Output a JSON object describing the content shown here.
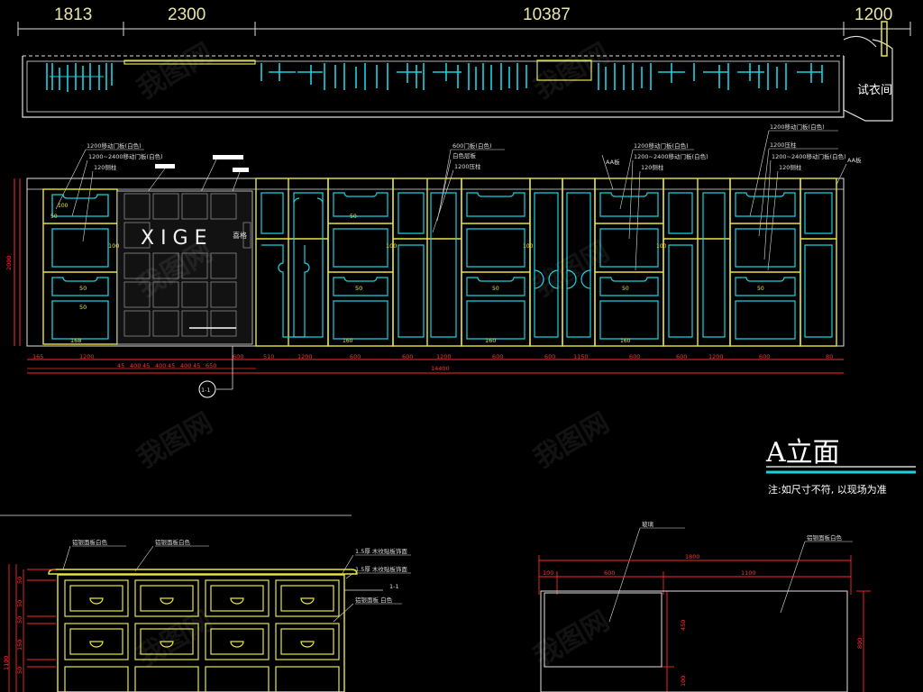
{
  "top_dimensions": [
    "1813",
    "2300",
    "10387",
    "1200"
  ],
  "room_label": "试衣间",
  "elevation_title": "A立面",
  "note": "注:如尺寸不符, 以现场为准",
  "logo_text": "XIGE",
  "logo_sub": "喜格",
  "callouts_top": [
    "1200移动门板(白色)",
    "1200~2400移动门板(白色)",
    "120侧柱",
    "600门板(白色)",
    "白色层板",
    "1200压柱",
    "1200移动门板(白色)",
    "1200~2400移动门板(白色)",
    "120侧柱",
    "1200移动门板(白色)",
    "1200压柱",
    "1200~2400移动门板(白色)",
    "120侧柱",
    "AA板"
  ],
  "elevation_labels": {
    "height_left": "2000",
    "bottom_total": "14400",
    "section_marker": "1-1",
    "inner_dims": [
      "100",
      "50",
      "50",
      "168",
      "50",
      "100",
      "160"
    ]
  },
  "bottom_dims": [
    "165",
    "1200",
    "45",
    "400",
    "45",
    "400",
    "45",
    "400",
    "45",
    "650",
    "600",
    "510",
    "1200",
    "600",
    "600",
    "1200",
    "600",
    "600",
    "1150",
    "600",
    "600",
    "1200",
    "600",
    "80"
  ],
  "cabinet_labels": [
    "铝银面板白色",
    "铝银面板白色",
    "1.5厚 木纹贴板饰面",
    "1.5厚 木纹贴板饰面",
    "铝银面板 白色"
  ],
  "cabinet_dims_left": [
    "1100",
    "50",
    "50",
    "50",
    "150",
    "50"
  ],
  "cabinet_marker": "1-1",
  "right_view": {
    "label_left": "玻璃",
    "label_right": "铝银面板白色",
    "total_width": "1800",
    "dims": [
      "100",
      "600",
      "1100"
    ],
    "height_right": "800",
    "height_mid": "450",
    "height_low": "100"
  },
  "colors": {
    "background": "#000000",
    "cyan": "#19d3e0",
    "yellow": "#e8e640",
    "white": "#ffffff",
    "red": "#ff2a2a",
    "green": "#2ecc40"
  }
}
